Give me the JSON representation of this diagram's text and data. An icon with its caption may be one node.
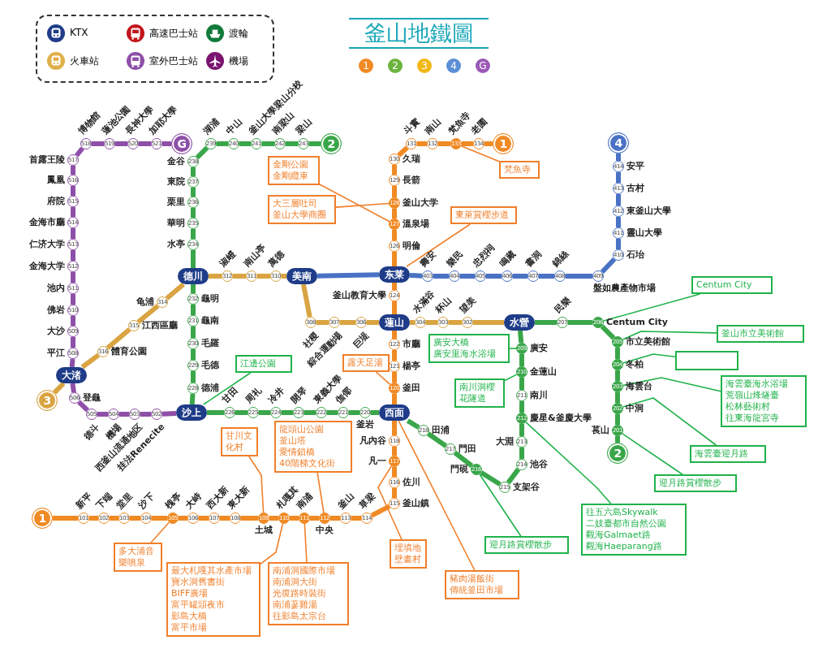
{
  "diagram": {
    "title": "釜山地鐵圖",
    "nodes": [
      {
        "text": [
          "G"
        ]
      },
      {
        "text": [
          "521"
        ],
        "beside": [
          "加耶大學"
        ]
      },
      {
        "text": [
          "520"
        ],
        "beside": [
          "長神大學"
        ]
      },
      {
        "text": [
          "519"
        ],
        "beside": [
          "蓮池公園"
        ]
      },
      {
        "text": [
          "518"
        ],
        "beside": [
          "博物館"
        ]
      },
      {
        "text": [
          "517"
        ],
        "beside": [
          "首露王陵"
        ]
      },
      {
        "text": [
          "516"
        ],
        "beside": [
          "鳳凰"
        ]
      },
      {
        "text": [
          "515"
        ],
        "beside": [
          "府院"
        ]
      },
      {
        "text": [
          "514"
        ],
        "beside": [
          "金海市廳"
        ]
      },
      {
        "text": [
          "513"
        ],
        "beside": [
          "仁济大学"
        ]
      },
      {
        "text": [
          "512"
        ],
        "beside": [
          "金海大学"
        ]
      },
      {
        "text": [
          "511"
        ],
        "beside": [
          "池内"
        ]
      },
      {
        "text": [
          "510"
        ],
        "beside": [
          "佛岩"
        ]
      },
      {
        "text": [
          "509"
        ],
        "beside": [
          "大沙"
        ]
      },
      {
        "text": [
          "508"
        ],
        "beside": [
          "平江"
        ]
      },
      {
        "text": [
          "大渚"
        ]
      },
      {
        "text": [
          "3"
        ]
      },
      {
        "text": [
          "506"
        ],
        "beside": [
          "登龜"
        ]
      },
      {
        "text": [
          "505"
        ],
        "beside": [
          "德斗"
        ]
      },
      {
        "text": [
          "504"
        ],
        "beside": [
          "機場"
        ]
      },
      {
        "text": [
          "503"
        ],
        "beside": [
          "西釜山流通地区"
        ]
      },
      {
        "text": [
          "502"
        ],
        "beside": [
          "挂法Renecite"
        ]
      },
      {
        "text": [
          "沙上"
        ]
      },
      {
        "text": [
          "2"
        ]
      },
      {
        "text": [
          "243"
        ],
        "beside": [
          "梁山"
        ]
      },
      {
        "text": [
          "242"
        ],
        "beside": [
          "南梁山"
        ]
      },
      {
        "text": [
          "241"
        ],
        "beside": [
          "釜山大學梁山分校"
        ]
      },
      {
        "text": [
          "240"
        ],
        "beside": [
          "中山"
        ]
      },
      {
        "text": [
          "239"
        ],
        "beside": [
          "湖浦"
        ]
      },
      {
        "text": [
          "238"
        ],
        "beside": [
          "金谷"
        ]
      },
      {
        "text": [
          "237"
        ],
        "beside": [
          "東院"
        ]
      },
      {
        "text": [
          "236"
        ],
        "beside": [
          "栗里"
        ]
      },
      {
        "text": [
          "235"
        ],
        "beside": [
          "華明"
        ]
      },
      {
        "text": [
          "234"
        ],
        "beside": [
          "水亭"
        ]
      },
      {
        "text": [
          "德川"
        ]
      },
      {
        "text": [
          "232"
        ],
        "beside": [
          "龜明"
        ]
      },
      {
        "text": [
          "231"
        ],
        "beside": [
          "龜南"
        ]
      },
      {
        "text": [
          "230"
        ],
        "beside": [
          "毛羅"
        ]
      },
      {
        "text": [
          "229"
        ],
        "beside": [
          "毛德"
        ]
      },
      {
        "text": [
          "228"
        ],
        "beside": [
          "德浦"
        ]
      },
      {
        "text": [
          "226"
        ],
        "beside": [
          "甘田"
        ]
      },
      {
        "text": [
          "225"
        ],
        "beside": [
          "周礼"
        ]
      },
      {
        "text": [
          "224"
        ],
        "beside": [
          "冷井"
        ]
      },
      {
        "text": [
          "223"
        ],
        "beside": [
          "開琴"
        ]
      },
      {
        "text": [
          "222"
        ],
        "beside": [
          "東義大學"
        ]
      },
      {
        "text": [
          "221"
        ],
        "beside": [
          "伽倻"
        ]
      },
      {
        "text": [
          "220"
        ],
        "beside": [
          "釜岩"
        ]
      },
      {
        "text": [
          "西面"
        ]
      },
      {
        "text": [
          "218"
        ],
        "beside": [
          "田浦"
        ]
      },
      {
        "text": [
          "217"
        ],
        "beside": [
          "門田"
        ]
      },
      {
        "text": [
          "216"
        ],
        "beside": [
          "門硯"
        ]
      },
      {
        "text": [
          "215"
        ],
        "beside": [
          "支架谷"
        ]
      },
      {
        "text": [
          "214"
        ],
        "beside": [
          "池谷"
        ]
      },
      {
        "text": [
          "213"
        ],
        "beside": [
          "大淵"
        ]
      },
      {
        "text": [
          "212"
        ],
        "beside": [
          "慶星&釜慶大學"
        ]
      },
      {
        "text": [
          "211"
        ],
        "beside": [
          "南川"
        ]
      },
      {
        "text": [
          "210"
        ],
        "beside": [
          "金蓮山"
        ]
      },
      {
        "text": [
          "209"
        ],
        "beside": [
          "廣安"
        ]
      },
      {
        "text": [
          "水營"
        ]
      },
      {
        "text": [
          "207"
        ],
        "beside": [
          "民樂"
        ]
      },
      {
        "text": [
          "206"
        ],
        "beside": [
          "Centum City"
        ]
      },
      {
        "text": [
          "205"
        ],
        "beside": [
          "市立美術館"
        ]
      },
      {
        "text": [
          "204"
        ],
        "beside": [
          "冬柏"
        ]
      },
      {
        "text": [
          "203"
        ],
        "beside": [
          "海雲台"
        ]
      },
      {
        "text": [
          "202"
        ],
        "beside": [
          "中洞"
        ]
      },
      {
        "text": [
          "201"
        ],
        "beside": [
          "萇山"
        ]
      },
      {
        "text": [
          "2"
        ]
      },
      {
        "text": [
          "316"
        ],
        "beside": [
          "體育公園"
        ]
      },
      {
        "text": [
          "315"
        ],
        "beside": [
          "江西區廳"
        ]
      },
      {
        "text": [
          "314"
        ],
        "beside": [
          "龟浦"
        ]
      },
      {
        "text": [
          "312"
        ],
        "beside": [
          "淑嶝"
        ]
      },
      {
        "text": [
          "311"
        ],
        "beside": [
          "南山亭"
        ]
      },
      {
        "text": [
          "310"
        ],
        "beside": [
          "萬德"
        ]
      },
      {
        "text": [
          "美南"
        ]
      },
      {
        "text": [
          "308"
        ],
        "beside": [
          "社稷"
        ]
      },
      {
        "text": [
          "307"
        ],
        "beside": [
          "綜合運動場"
        ]
      },
      {
        "text": [
          "306"
        ],
        "beside": [
          "巨堤"
        ]
      },
      {
        "text": [
          "蓮山"
        ]
      },
      {
        "text": [
          "304"
        ],
        "beside": [
          "水滿谷"
        ]
      },
      {
        "text": [
          "303"
        ],
        "beside": [
          "杯山"
        ]
      },
      {
        "text": [
          "302"
        ],
        "beside": [
          "望美"
        ]
      },
      {
        "text": [
          "1"
        ]
      },
      {
        "text": [
          "101"
        ],
        "beside": [
          "新平"
        ]
      },
      {
        "text": [
          "102"
        ],
        "beside": [
          "下端"
        ]
      },
      {
        "text": [
          "103"
        ],
        "beside": [
          "堂里"
        ]
      },
      {
        "text": [
          "104"
        ],
        "beside": [
          "沙下"
        ]
      },
      {
        "text": [
          "105"
        ],
        "beside": [
          "槐亭"
        ]
      },
      {
        "text": [
          "106"
        ],
        "beside": [
          "大峙"
        ]
      },
      {
        "text": [
          "107"
        ],
        "beside": [
          "西大新"
        ]
      },
      {
        "text": [
          "108"
        ],
        "beside": [
          "東大新"
        ]
      },
      {
        "text": [
          "109"
        ],
        "beside": [
          "土城"
        ]
      },
      {
        "text": [
          "110"
        ],
        "beside": [
          "札嘎其"
        ]
      },
      {
        "text": [
          "111"
        ],
        "beside": [
          "南浦"
        ]
      },
      {
        "text": [
          "112"
        ],
        "beside": [
          "中央"
        ]
      },
      {
        "text": [
          "113"
        ],
        "beside": [
          "釜山"
        ]
      },
      {
        "text": [
          "114"
        ],
        "beside": [
          "草梁"
        ]
      },
      {
        "text": [
          "115"
        ],
        "beside": [
          "釜山鎮"
        ]
      },
      {
        "text": [
          "116"
        ],
        "beside": [
          "佐川"
        ]
      },
      {
        "text": [
          "117"
        ],
        "beside": [
          "凡一"
        ]
      },
      {
        "text": [
          "118"
        ],
        "beside": [
          "凡內谷"
        ]
      },
      {
        "text": [
          "120"
        ],
        "beside": [
          "釜田"
        ]
      },
      {
        "text": [
          "121"
        ],
        "beside": [
          "楊亭"
        ]
      },
      {
        "text": [
          "122"
        ],
        "beside": [
          "市廳"
        ]
      },
      {
        "text": [
          "124"
        ],
        "beside": [
          "釜山教育大學"
        ]
      },
      {
        "text": [
          "东莱"
        ]
      },
      {
        "text": [
          "126"
        ],
        "beside": [
          "明倫"
        ]
      },
      {
        "text": [
          "127"
        ],
        "beside": [
          "溫泉場"
        ]
      },
      {
        "text": [
          "128"
        ],
        "beside": [
          "釜山大学"
        ]
      },
      {
        "text": [
          "129"
        ],
        "beside": [
          "長箭"
        ]
      },
      {
        "text": [
          "130"
        ],
        "beside": [
          "久瑞"
        ]
      },
      {
        "text": [
          "131"
        ],
        "beside": [
          "斗實"
        ]
      },
      {
        "text": [
          "132"
        ],
        "beside": [
          "南山"
        ]
      },
      {
        "text": [
          "133"
        ],
        "beside": [
          "梵魚寺"
        ]
      },
      {
        "text": [
          "134"
        ],
        "beside": [
          "老圃"
        ]
      },
      {
        "text": [
          "1"
        ]
      },
      {
        "text": [
          "403"
        ],
        "beside": [
          "壽安"
        ]
      },
      {
        "text": [
          "404"
        ],
        "beside": [
          "樂民"
        ]
      },
      {
        "text": [
          "405"
        ],
        "beside": [
          "忠烈祠"
        ]
      },
      {
        "text": [
          "406"
        ],
        "beside": [
          "鳴藏"
        ]
      },
      {
        "text": [
          "407"
        ],
        "beside": [
          "書洞"
        ]
      },
      {
        "text": [
          "408"
        ],
        "beside": [
          "錦絲"
        ]
      },
      {
        "text": [
          "409"
        ],
        "beside": [
          "盤如農產物市場"
        ]
      },
      {
        "text": [
          "410"
        ],
        "beside": [
          "石坮"
        ]
      },
      {
        "text": [
          "411"
        ],
        "beside": [
          "靈山大學"
        ]
      },
      {
        "text": [
          "412"
        ],
        "beside": [
          "東釜山大學"
        ]
      },
      {
        "text": [
          "413"
        ],
        "beside": [
          "古村"
        ]
      },
      {
        "text": [
          "414"
        ],
        "beside": [
          "安平"
        ]
      },
      {
        "text": [
          "4"
        ]
      },
      {
        "text": [
          "大三層吐司",
          "釜山大學商圈"
        ]
      },
      {
        "text": [
          "金剛公園",
          "金剛纜車"
        ]
      },
      {
        "text": [
          "東萊賞櫻步道"
        ]
      },
      {
        "text": [
          "梵魚寺"
        ]
      },
      {
        "text": [
          "露天足湯"
        ]
      },
      {
        "text": [
          "甘川文化村"
        ]
      },
      {
        "text": [
          "龍頭山公園",
          "釜山塔",
          "愛情鎖橋",
          "40階梯文化街"
        ]
      },
      {
        "text": [
          "多大浦音樂噴泉"
        ]
      },
      {
        "text": [
          "最大札嘎其水產市場",
          "寶水洞舊書街",
          "BIFF廣場",
          "富平罐頭夜市",
          "影島大橋",
          "富平市場"
        ]
      },
      {
        "text": [
          "南浦洞國際市場",
          "南浦洞大街",
          "光復路時裝街",
          "南浦蔘雞湯",
          "往影島太宗台"
        ]
      },
      {
        "text": [
          "埋填地壁畫村"
        ]
      },
      {
        "text": [
          "豬肉湯飯街",
          "傳統釜田市場"
        ]
      },
      {
        "text": [
          "江邊公園"
        ]
      },
      {
        "text": [
          "廣安大橋",
          "廣安里海水浴場"
        ]
      },
      {
        "text": [
          "南川洞櫻花隧道"
        ]
      },
      {
        "text": [
          "迎月路賞櫻散步"
        ]
      },
      {
        "text": [
          "往五六島Skywalk",
          "二妓臺都市自然公園",
          "觀海Galmaet路",
          "觀海Haeparang路"
        ]
      },
      {
        "text": [
          "Centum City"
        ]
      },
      {
        "text": [
          "釜山市立美術館"
        ]
      },
      {
        "text": [],
        "shape": "box"
      },
      {
        "text": [
          "海雲臺海水浴場",
          "荒嶺山烽燧臺",
          "松林藝術村",
          "往東海龍宮寺"
        ]
      },
      {
        "text": [
          "海雲臺迎月路"
        ]
      },
      {
        "text": [
          "迎月路賞櫻散步"
        ]
      }
    ],
    "edges": [
      {
        "from": 0,
        "to": 1,
        "arrow": "none",
        "color": "#8e4fa8"
      },
      {
        "from": 1,
        "to": 2,
        "arrow": "none",
        "color": "#8e4fa8"
      },
      {
        "from": 2,
        "to": 3,
        "arrow": "none",
        "color": "#8e4fa8"
      },
      {
        "from": 3,
        "to": 4,
        "arrow": "none",
        "color": "#8e4fa8"
      },
      {
        "from": 4,
        "to": 5,
        "arrow": "none",
        "color": "#8e4fa8"
      },
      {
        "from": 5,
        "to": 6,
        "arrow": "none",
        "color": "#8e4fa8"
      },
      {
        "from": 6,
        "to": 7,
        "arrow": "none",
        "color": "#8e4fa8"
      },
      {
        "from": 7,
        "to": 8,
        "arrow": "none",
        "color": "#8e4fa8"
      },
      {
        "from": 8,
        "to": 9,
        "arrow": "none",
        "color": "#8e4fa8"
      },
      {
        "from": 9,
        "to": 10,
        "arrow": "none",
        "color": "#8e4fa8"
      },
      {
        "from": 10,
        "to": 11,
        "arrow": "none",
        "color": "#8e4fa8"
      },
      {
        "from": 11,
        "to": 12,
        "arrow": "none",
        "color": "#8e4fa8"
      },
      {
        "from": 12,
        "to": 13,
        "arrow": "none",
        "color": "#8e4fa8"
      },
      {
        "from": 13,
        "to": 14,
        "arrow": "none",
        "color": "#8e4fa8"
      },
      {
        "from": 14,
        "to": 15,
        "arrow": "none",
        "color": "#8e4fa8"
      },
      {
        "from": 15,
        "to": 17,
        "arrow": "none",
        "color": "#8e4fa8"
      },
      {
        "from": 17,
        "to": 18,
        "arrow": "none",
        "color": "#8e4fa8"
      },
      {
        "from": 18,
        "to": 19,
        "arrow": "none",
        "color": "#8e4fa8"
      },
      {
        "from": 19,
        "to": 20,
        "arrow": "none",
        "color": "#8e4fa8"
      },
      {
        "from": 20,
        "to": 21,
        "arrow": "none",
        "color": "#8e4fa8"
      },
      {
        "from": 21,
        "to": 22,
        "arrow": "none",
        "color": "#8e4fa8"
      },
      {
        "from": 23,
        "to": 24,
        "arrow": "none",
        "color": "#3aa64a"
      },
      {
        "from": 24,
        "to": 25,
        "arrow": "none",
        "color": "#3aa64a"
      },
      {
        "from": 25,
        "to": 26,
        "arrow": "none",
        "color": "#3aa64a"
      },
      {
        "from": 26,
        "to": 27,
        "arrow": "none",
        "color": "#3aa64a"
      },
      {
        "from": 27,
        "to": 28,
        "arrow": "none",
        "color": "#3aa64a"
      },
      {
        "from": 28,
        "to": 29,
        "arrow": "none",
        "color": "#3aa64a"
      },
      {
        "from": 29,
        "to": 30,
        "arrow": "none",
        "color": "#3aa64a"
      },
      {
        "from": 30,
        "to": 31,
        "arrow": "none",
        "color": "#3aa64a"
      },
      {
        "from": 31,
        "to": 32,
        "arrow": "none",
        "color": "#3aa64a"
      },
      {
        "from": 32,
        "to": 33,
        "arrow": "none",
        "color": "#3aa64a"
      },
      {
        "from": 33,
        "to": 34,
        "arrow": "none",
        "color": "#3aa64a"
      },
      {
        "from": 34,
        "to": 35,
        "arrow": "none",
        "color": "#3aa64a"
      },
      {
        "from": 35,
        "to": 36,
        "arrow": "none",
        "color": "#3aa64a"
      },
      {
        "from": 36,
        "to": 37,
        "arrow": "none",
        "color": "#3aa64a"
      },
      {
        "from": 37,
        "to": 38,
        "arrow": "none",
        "color": "#3aa64a"
      },
      {
        "from": 38,
        "to": 39,
        "arrow": "none",
        "color": "#3aa64a"
      },
      {
        "from": 39,
        "to": 22,
        "arrow": "none",
        "color": "#3aa64a"
      },
      {
        "from": 22,
        "to": 40,
        "arrow": "none",
        "color": "#3aa64a"
      },
      {
        "from": 40,
        "to": 41,
        "arrow": "none",
        "color": "#3aa64a"
      },
      {
        "from": 41,
        "to": 42,
        "arrow": "none",
        "color": "#3aa64a"
      },
      {
        "from": 42,
        "to": 43,
        "arrow": "none",
        "color": "#3aa64a"
      },
      {
        "from": 43,
        "to": 44,
        "arrow": "none",
        "color": "#3aa64a"
      },
      {
        "from": 44,
        "to": 45,
        "arrow": "none",
        "color": "#3aa64a"
      },
      {
        "from": 45,
        "to": 46,
        "arrow": "none",
        "color": "#3aa64a"
      },
      {
        "from": 46,
        "to": 47,
        "arrow": "none",
        "color": "#3aa64a"
      },
      {
        "from": 47,
        "to": 48,
        "arrow": "none",
        "color": "#3aa64a"
      },
      {
        "from": 48,
        "to": 49,
        "arrow": "none",
        "color": "#3aa64a"
      },
      {
        "from": 49,
        "to": 50,
        "arrow": "none",
        "color": "#3aa64a"
      },
      {
        "from": 50,
        "to": 51,
        "arrow": "none",
        "color": "#3aa64a"
      },
      {
        "from": 51,
        "to": 52,
        "arrow": "none",
        "color": "#3aa64a"
      },
      {
        "from": 52,
        "to": 53,
        "arrow": "none",
        "color": "#3aa64a"
      },
      {
        "from": 53,
        "to": 54,
        "arrow": "none",
        "color": "#3aa64a"
      },
      {
        "from": 54,
        "to": 55,
        "arrow": "none",
        "color": "#3aa64a"
      },
      {
        "from": 55,
        "to": 56,
        "arrow": "none",
        "color": "#3aa64a"
      },
      {
        "from": 56,
        "to": 57,
        "arrow": "none",
        "color": "#3aa64a"
      },
      {
        "from": 57,
        "to": 58,
        "arrow": "none",
        "color": "#3aa64a"
      },
      {
        "from": 58,
        "to": 59,
        "arrow": "none",
        "color": "#3aa64a"
      },
      {
        "from": 59,
        "to": 60,
        "arrow": "none",
        "color": "#3aa64a"
      },
      {
        "from": 60,
        "to": 61,
        "arrow": "none",
        "color": "#3aa64a"
      },
      {
        "from": 61,
        "to": 62,
        "arrow": "none",
        "color": "#3aa64a"
      },
      {
        "from": 62,
        "to": 63,
        "arrow": "none",
        "color": "#3aa64a"
      },
      {
        "from": 63,
        "to": 64,
        "arrow": "none",
        "color": "#3aa64a"
      },
      {
        "from": 64,
        "to": 65,
        "arrow": "none",
        "color": "#3aa64a"
      },
      {
        "from": 65,
        "to": 66,
        "arrow": "none",
        "color": "#3aa64a"
      },
      {
        "from": 16,
        "to": 15,
        "arrow": "none",
        "color": "#d9a441"
      },
      {
        "from": 15,
        "to": 67,
        "arrow": "none",
        "color": "#d9a441"
      },
      {
        "from": 67,
        "to": 68,
        "arrow": "none",
        "color": "#d9a441"
      },
      {
        "from": 68,
        "to": 69,
        "arrow": "none",
        "color": "#d9a441"
      },
      {
        "from": 69,
        "to": 34,
        "arrow": "none",
        "color": "#d9a441"
      },
      {
        "from": 34,
        "to": 70,
        "arrow": "none",
        "color": "#d9a441"
      },
      {
        "from": 70,
        "to": 71,
        "arrow": "none",
        "color": "#d9a441"
      },
      {
        "from": 71,
        "to": 72,
        "arrow": "none",
        "color": "#d9a441"
      },
      {
        "from": 72,
        "to": 73,
        "arrow": "none",
        "color": "#d9a441"
      },
      {
        "from": 73,
        "to": 74,
        "arrow": "none",
        "color": "#d9a441"
      },
      {
        "from": 74,
        "to": 75,
        "arrow": "none",
        "color": "#d9a441"
      },
      {
        "from": 75,
        "to": 76,
        "arrow": "none",
        "color": "#d9a441"
      },
      {
        "from": 76,
        "to": 77,
        "arrow": "none",
        "color": "#d9a441"
      },
      {
        "from": 77,
        "to": 78,
        "arrow": "none",
        "color": "#d9a441"
      },
      {
        "from": 78,
        "to": 79,
        "arrow": "none",
        "color": "#d9a441"
      },
      {
        "from": 79,
        "to": 80,
        "arrow": "none",
        "color": "#d9a441"
      },
      {
        "from": 80,
        "to": 58,
        "arrow": "none",
        "color": "#d9a441"
      },
      {
        "from": 81,
        "to": 82,
        "arrow": "none",
        "color": "#f08a24"
      },
      {
        "from": 82,
        "to": 83,
        "arrow": "none",
        "color": "#f08a24"
      },
      {
        "from": 83,
        "to": 84,
        "arrow": "none",
        "color": "#f08a24"
      },
      {
        "from": 84,
        "to": 85,
        "arrow": "none",
        "color": "#f08a24"
      },
      {
        "from": 85,
        "to": 86,
        "arrow": "none",
        "color": "#f08a24"
      },
      {
        "from": 86,
        "to": 87,
        "arrow": "none",
        "color": "#f08a24"
      },
      {
        "from": 87,
        "to": 88,
        "arrow": "none",
        "color": "#f08a24"
      },
      {
        "from": 88,
        "to": 89,
        "arrow": "none",
        "color": "#f08a24"
      },
      {
        "from": 89,
        "to": 90,
        "arrow": "none",
        "color": "#f08a24"
      },
      {
        "from": 90,
        "to": 91,
        "arrow": "none",
        "color": "#f08a24"
      },
      {
        "from": 91,
        "to": 92,
        "arrow": "none",
        "color": "#f08a24"
      },
      {
        "from": 92,
        "to": 93,
        "arrow": "none",
        "color": "#f08a24"
      },
      {
        "from": 93,
        "to": 94,
        "arrow": "none",
        "color": "#f08a24"
      },
      {
        "from": 94,
        "to": 95,
        "arrow": "none",
        "color": "#f08a24"
      },
      {
        "from": 95,
        "to": 96,
        "arrow": "none",
        "color": "#f08a24"
      },
      {
        "from": 96,
        "to": 97,
        "arrow": "none",
        "color": "#f08a24"
      },
      {
        "from": 97,
        "to": 98,
        "arrow": "none",
        "color": "#f08a24"
      },
      {
        "from": 98,
        "to": 99,
        "arrow": "none",
        "color": "#f08a24"
      },
      {
        "from": 99,
        "to": 47,
        "arrow": "none",
        "color": "#f08a24"
      },
      {
        "from": 47,
        "to": 100,
        "arrow": "none",
        "color": "#f08a24"
      },
      {
        "from": 100,
        "to": 101,
        "arrow": "none",
        "color": "#f08a24"
      },
      {
        "from": 101,
        "to": 102,
        "arrow": "none",
        "color": "#f08a24"
      },
      {
        "from": 102,
        "to": 77,
        "arrow": "none",
        "color": "#f08a24"
      },
      {
        "from": 77,
        "to": 103,
        "arrow": "none",
        "color": "#f08a24"
      },
      {
        "from": 103,
        "to": 104,
        "arrow": "none",
        "color": "#f08a24"
      },
      {
        "from": 104,
        "to": 105,
        "arrow": "none",
        "color": "#f08a24"
      },
      {
        "from": 105,
        "to": 106,
        "arrow": "none",
        "color": "#f08a24"
      },
      {
        "from": 106,
        "to": 107,
        "arrow": "none",
        "color": "#f08a24"
      },
      {
        "from": 107,
        "to": 108,
        "arrow": "none",
        "color": "#f08a24"
      },
      {
        "from": 108,
        "to": 109,
        "arrow": "none",
        "color": "#f08a24"
      },
      {
        "from": 109,
        "to": 110,
        "arrow": "none",
        "color": "#f08a24"
      },
      {
        "from": 110,
        "to": 111,
        "arrow": "none",
        "color": "#f08a24"
      },
      {
        "from": 111,
        "to": 112,
        "arrow": "none",
        "color": "#f08a24"
      },
      {
        "from": 112,
        "to": 113,
        "arrow": "none",
        "color": "#f08a24"
      },
      {
        "from": 113,
        "to": 114,
        "arrow": "none",
        "color": "#f08a24"
      },
      {
        "from": 73,
        "to": 104,
        "arrow": "none",
        "color": "#4a72c4"
      },
      {
        "from": 104,
        "to": 115,
        "arrow": "none",
        "color": "#4a72c4"
      },
      {
        "from": 115,
        "to": 116,
        "arrow": "none",
        "color": "#4a72c4"
      },
      {
        "from": 116,
        "to": 117,
        "arrow": "none",
        "color": "#4a72c4"
      },
      {
        "from": 117,
        "to": 118,
        "arrow": "none",
        "color": "#4a72c4"
      },
      {
        "from": 118,
        "to": 119,
        "arrow": "none",
        "color": "#4a72c4"
      },
      {
        "from": 119,
        "to": 120,
        "arrow": "none",
        "color": "#4a72c4"
      },
      {
        "from": 120,
        "to": 121,
        "arrow": "none",
        "color": "#4a72c4"
      },
      {
        "from": 121,
        "to": 122,
        "arrow": "none",
        "color": "#4a72c4"
      },
      {
        "from": 122,
        "to": 123,
        "arrow": "none",
        "color": "#4a72c4"
      },
      {
        "from": 123,
        "to": 124,
        "arrow": "none",
        "color": "#4a72c4"
      },
      {
        "from": 124,
        "to": 125,
        "arrow": "none",
        "color": "#4a72c4"
      },
      {
        "from": 125,
        "to": 126,
        "arrow": "none",
        "color": "#4a72c4"
      },
      {
        "from": 126,
        "to": 127,
        "arrow": "none",
        "color": "#4a72c4"
      },
      {
        "from": 128,
        "to": 107,
        "arrow": "none",
        "color": "#f07f2a"
      },
      {
        "from": 129,
        "to": 106,
        "arrow": "none",
        "color": "#f07f2a"
      },
      {
        "from": 130,
        "to": 104,
        "arrow": "none",
        "color": "#f07f2a"
      },
      {
        "from": 131,
        "to": 112,
        "arrow": "none",
        "color": "#f07f2a"
      },
      {
        "from": 132,
        "to": 100,
        "arrow": "none",
        "color": "#f07f2a"
      },
      {
        "from": 133,
        "to": 90,
        "arrow": "none",
        "color": "#f07f2a"
      },
      {
        "from": 134,
        "to": 93,
        "arrow": "none",
        "color": "#f07f2a"
      },
      {
        "from": 135,
        "to": 86,
        "arrow": "none",
        "color": "#f07f2a"
      },
      {
        "from": 136,
        "to": 91,
        "arrow": "none",
        "color": "#f07f2a"
      },
      {
        "from": 137,
        "to": 92,
        "arrow": "none",
        "color": "#f07f2a"
      },
      {
        "from": 138,
        "to": 98,
        "arrow": "none",
        "color": "#f07f2a"
      },
      {
        "from": 139,
        "to": 47,
        "arrow": "none",
        "color": "#f07f2a"
      },
      {
        "from": 140,
        "to": 22,
        "arrow": "none",
        "color": "#1fb24a"
      },
      {
        "from": 141,
        "to": 57,
        "arrow": "none",
        "color": "#1fb24a"
      },
      {
        "from": 142,
        "to": 56,
        "arrow": "none",
        "color": "#1fb24a"
      },
      {
        "from": 143,
        "to": 50,
        "arrow": "none",
        "color": "#1fb24a"
      },
      {
        "from": 144,
        "to": 54,
        "arrow": "none",
        "color": "#1fb24a"
      },
      {
        "from": 145,
        "to": 60,
        "arrow": "none",
        "color": "#1fb24a"
      },
      {
        "from": 146,
        "to": 61,
        "arrow": "none",
        "color": "#1fb24a"
      },
      {
        "from": 147,
        "to": 62,
        "arrow": "none",
        "color": "#1fb24a"
      },
      {
        "from": 148,
        "to": 63,
        "arrow": "none",
        "color": "#1fb24a"
      },
      {
        "from": 149,
        "to": 64,
        "arrow": "none",
        "color": "#1fb24a"
      },
      {
        "from": 150,
        "to": 65,
        "arrow": "none",
        "color": "#1fb24a"
      }
    ],
    "labels": [
      "1",
      "2",
      "3",
      "4",
      "G"
    ],
    "legend": [
      {
        "text": "KTX"
      },
      {
        "text": "高速巴士站"
      },
      {
        "text": "渡輪"
      },
      {
        "text": "火車站"
      },
      {
        "text": "室外巴士站"
      },
      {
        "text": "機場"
      }
    ]
  }
}
